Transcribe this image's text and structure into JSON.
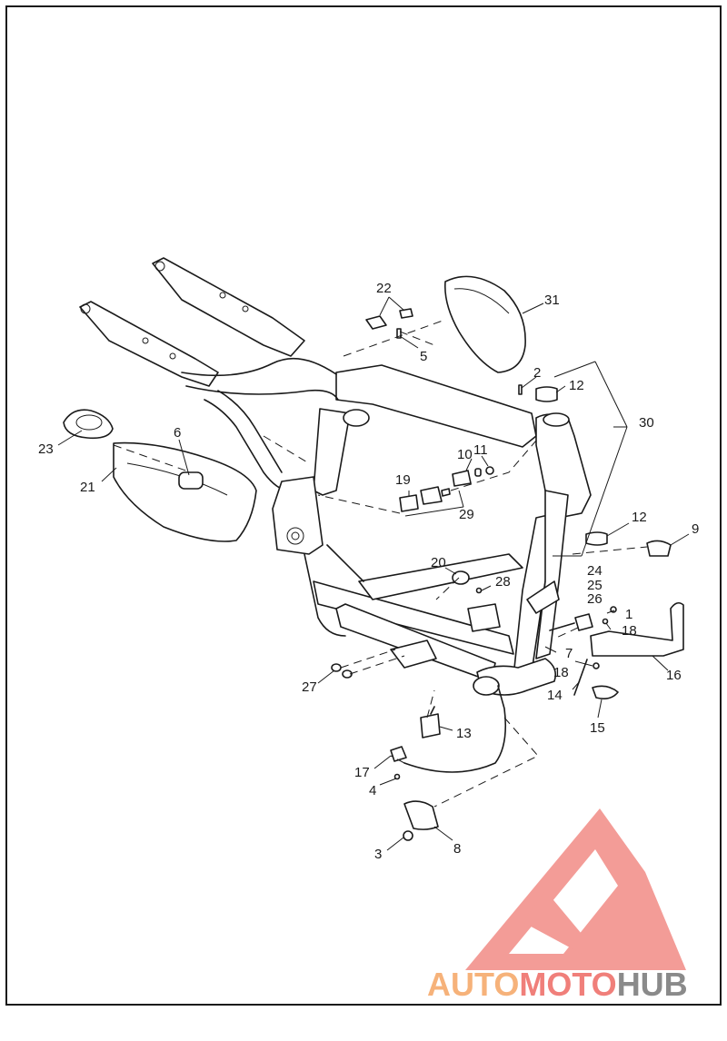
{
  "diagram": {
    "callouts": [
      {
        "label": "1"
      },
      {
        "label": "2"
      },
      {
        "label": "3"
      },
      {
        "label": "4"
      },
      {
        "label": "5"
      },
      {
        "label": "6"
      },
      {
        "label": "7"
      },
      {
        "label": "8"
      },
      {
        "label": "9"
      },
      {
        "label": "10"
      },
      {
        "label": "11"
      },
      {
        "label": "12"
      },
      {
        "label": "12"
      },
      {
        "label": "13"
      },
      {
        "label": "14"
      },
      {
        "label": "15"
      },
      {
        "label": "16"
      },
      {
        "label": "17"
      },
      {
        "label": "18"
      },
      {
        "label": "18"
      },
      {
        "label": "19"
      },
      {
        "label": "20"
      },
      {
        "label": "21"
      },
      {
        "label": "22"
      },
      {
        "label": "23"
      },
      {
        "label": "24"
      },
      {
        "label": "25"
      },
      {
        "label": "26"
      },
      {
        "label": "27"
      },
      {
        "label": "28"
      },
      {
        "label": "29"
      },
      {
        "label": "30"
      },
      {
        "label": "31"
      }
    ]
  },
  "watermark": {
    "text_part1": "AUTO",
    "text_part2": "MOTO",
    "text_part3": "HUB",
    "colors": {
      "part1": "#f6b27a",
      "part2": "#f07f7a",
      "part3": "#8a8a8a",
      "logo": "#f28b85"
    }
  }
}
